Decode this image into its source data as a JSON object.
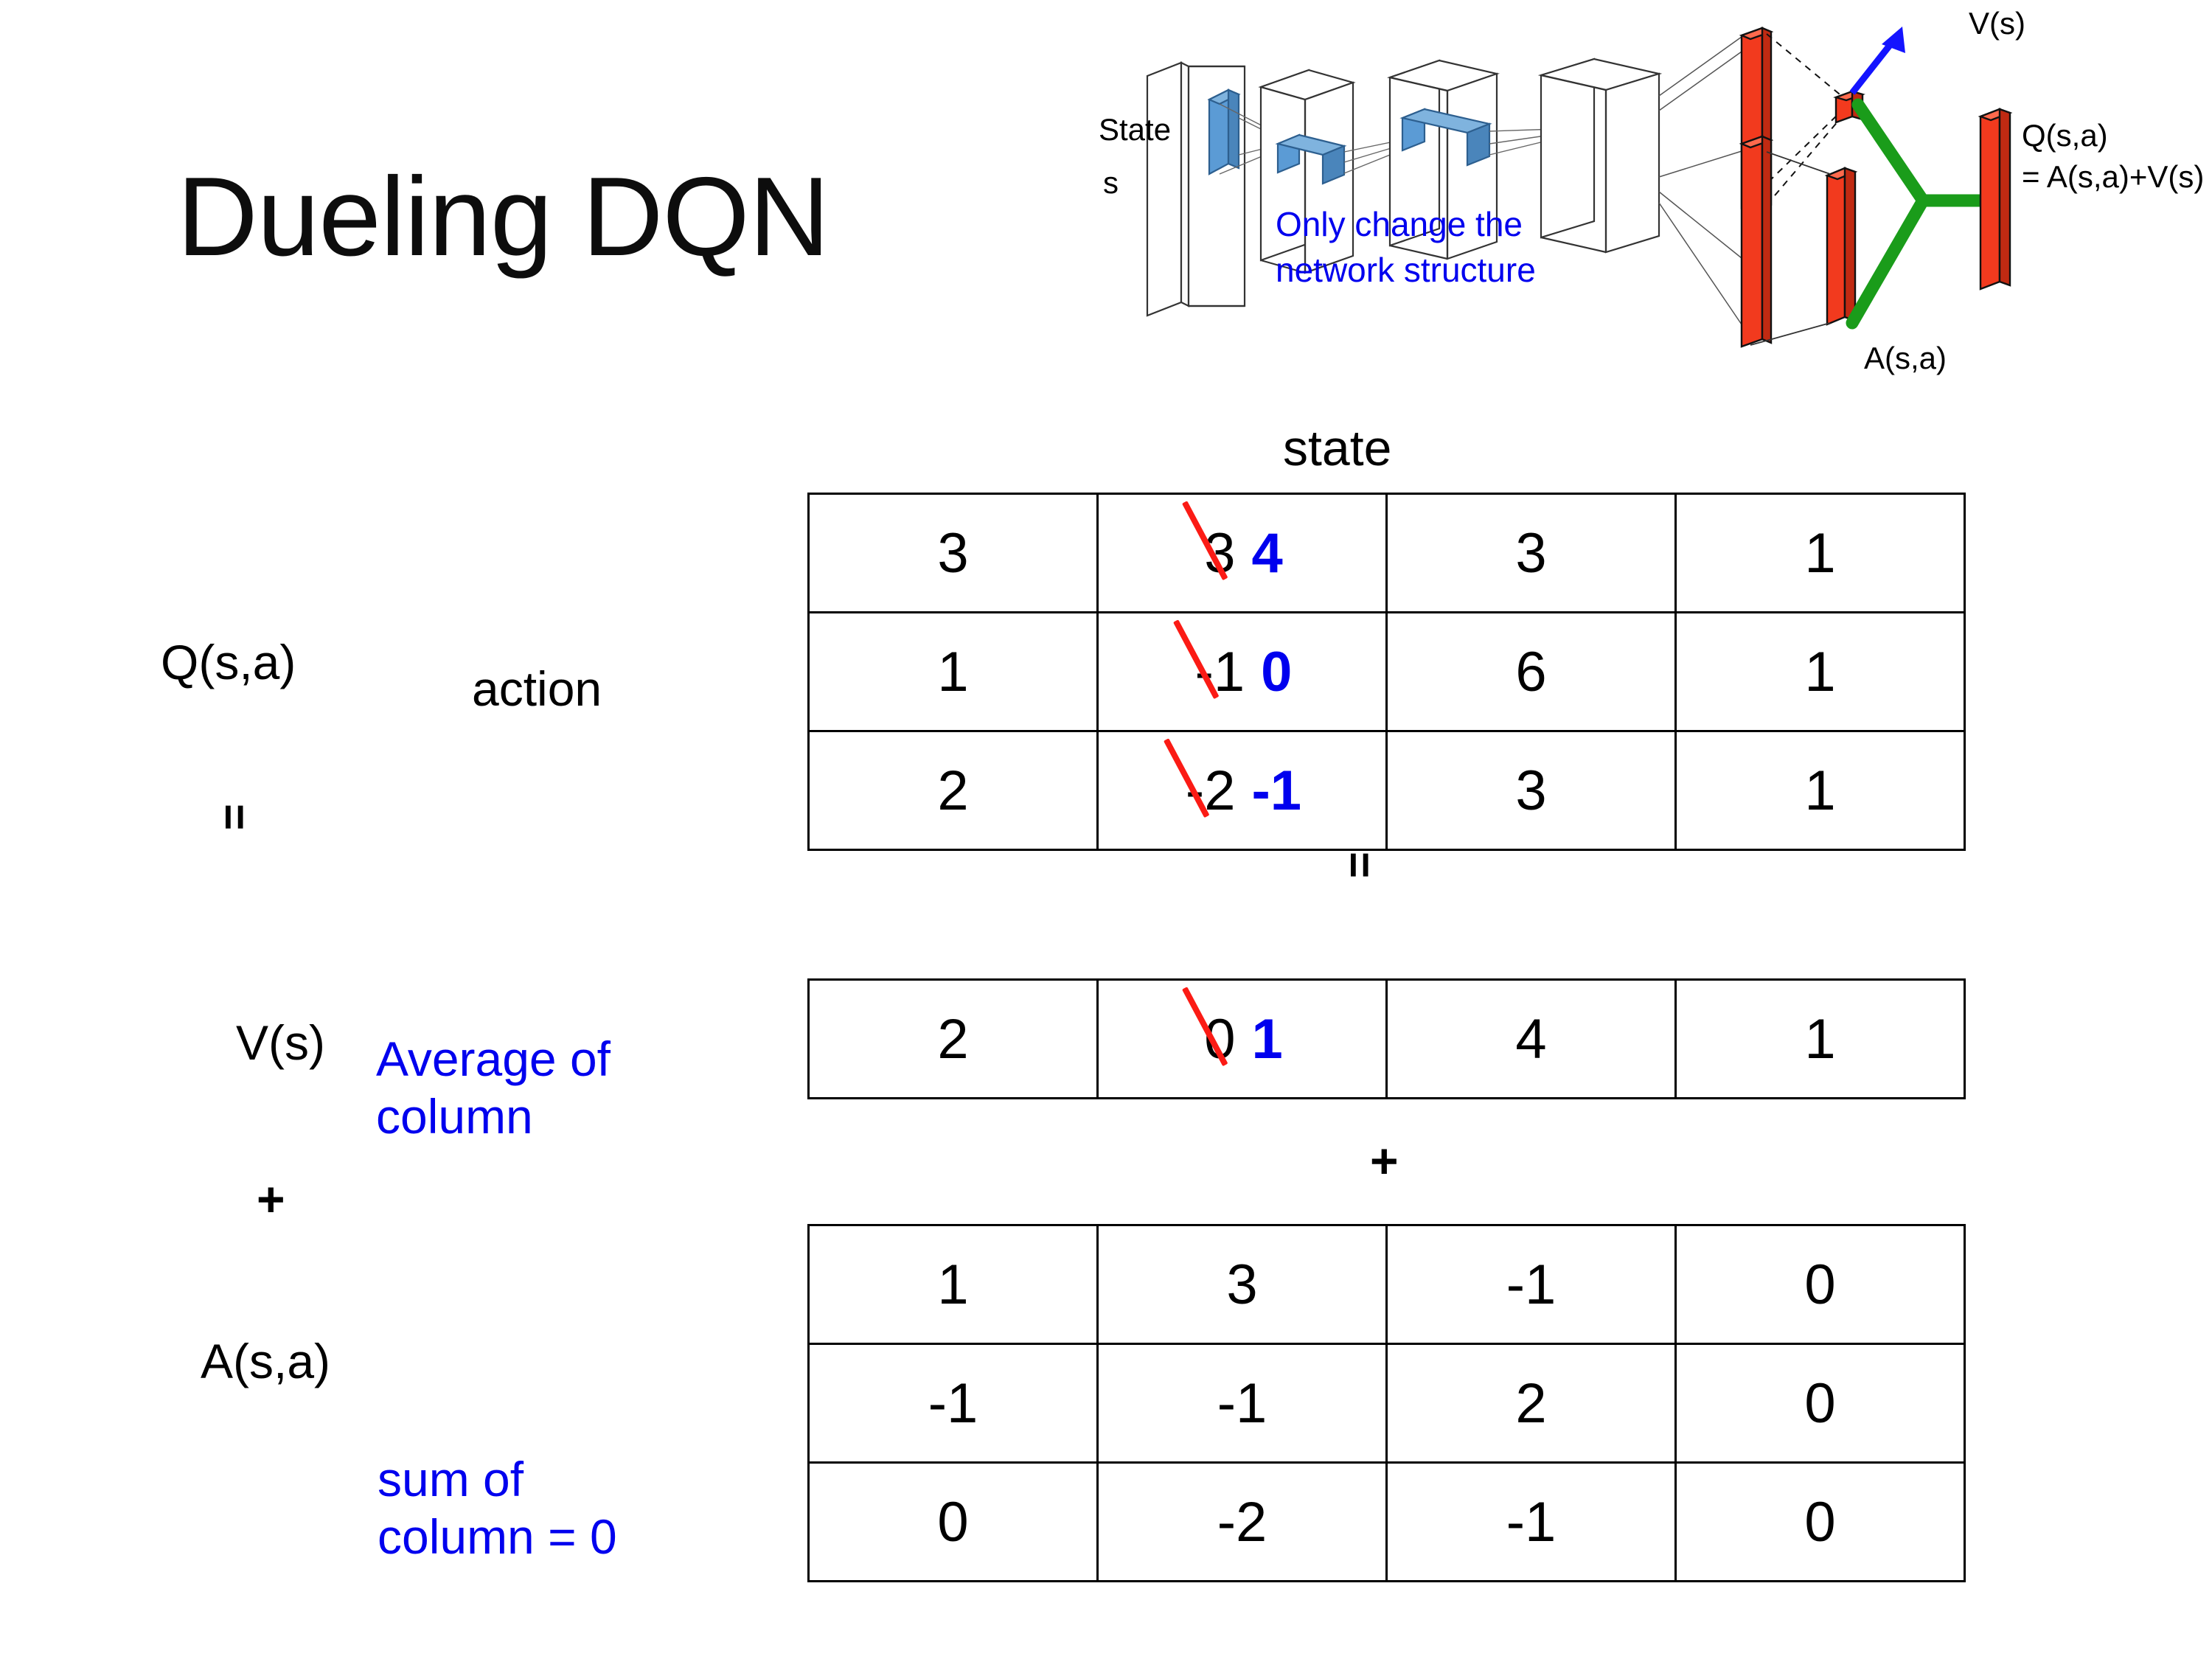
{
  "title": "Dueling DQN",
  "diagram": {
    "state_label_line1": "State",
    "state_label_line2": "s",
    "note_line1": "Only change the",
    "note_line2": "network structure",
    "v_output": "V(s)",
    "a_output": "A(s,a)",
    "q_output_line1": "Q(s,a)",
    "q_output_line2": "= A(s,a)+V(s)",
    "colors": {
      "note_blue": "#0000ee",
      "arrow_blue": "#1414ff",
      "bar_red": "#f23a1e",
      "link_green": "#1a9c1a",
      "cube_blue": "#5b9bd5"
    }
  },
  "labels": {
    "state_axis": "state",
    "action_axis": "action",
    "q_label": "Q(s,a)",
    "v_label": "V(s)",
    "a_label": "A(s,a)",
    "equals_left": "=",
    "equals_mid": "=",
    "plus_left": "+",
    "plus_mid": "+",
    "average_note_line1": "Average of",
    "average_note_line2": "column",
    "sum_note_line1": "sum of",
    "sum_note_line2": "column = 0"
  },
  "colors": {
    "edit_blue": "#0000ee",
    "strike_red": "#fb1b15",
    "text_black": "#000000"
  },
  "chart_data": {
    "type": "table",
    "title": "Dueling DQN value decomposition  Q(s,a) = V(s) + A(s,a)",
    "xlabel": "state",
    "ylabel": "action",
    "tables": [
      {
        "name": "Q(s,a)",
        "rows": 3,
        "cols": 4,
        "values": [
          [
            "3",
            "3",
            "3",
            "1"
          ],
          [
            "1",
            "-1",
            "6",
            "1"
          ],
          [
            "2",
            "-2",
            "3",
            "1"
          ]
        ],
        "edits": [
          {
            "row": 0,
            "col": 1,
            "old": "3",
            "new": "4",
            "struck": true
          },
          {
            "row": 1,
            "col": 1,
            "old": "-1",
            "new": "0",
            "struck": true
          },
          {
            "row": 2,
            "col": 1,
            "old": "-2",
            "new": "-1",
            "struck": true
          }
        ]
      },
      {
        "name": "V(s)",
        "rows": 1,
        "cols": 4,
        "values": [
          [
            "2",
            "0",
            "4",
            "1"
          ]
        ],
        "edits": [
          {
            "row": 0,
            "col": 1,
            "old": "0",
            "new": "1",
            "struck": true
          }
        ]
      },
      {
        "name": "A(s,a)",
        "rows": 3,
        "cols": 4,
        "values": [
          [
            "1",
            "3",
            "-1",
            "0"
          ],
          [
            "-1",
            "-1",
            "2",
            "0"
          ],
          [
            "0",
            "-2",
            "-1",
            "0"
          ]
        ],
        "edits": []
      }
    ]
  }
}
